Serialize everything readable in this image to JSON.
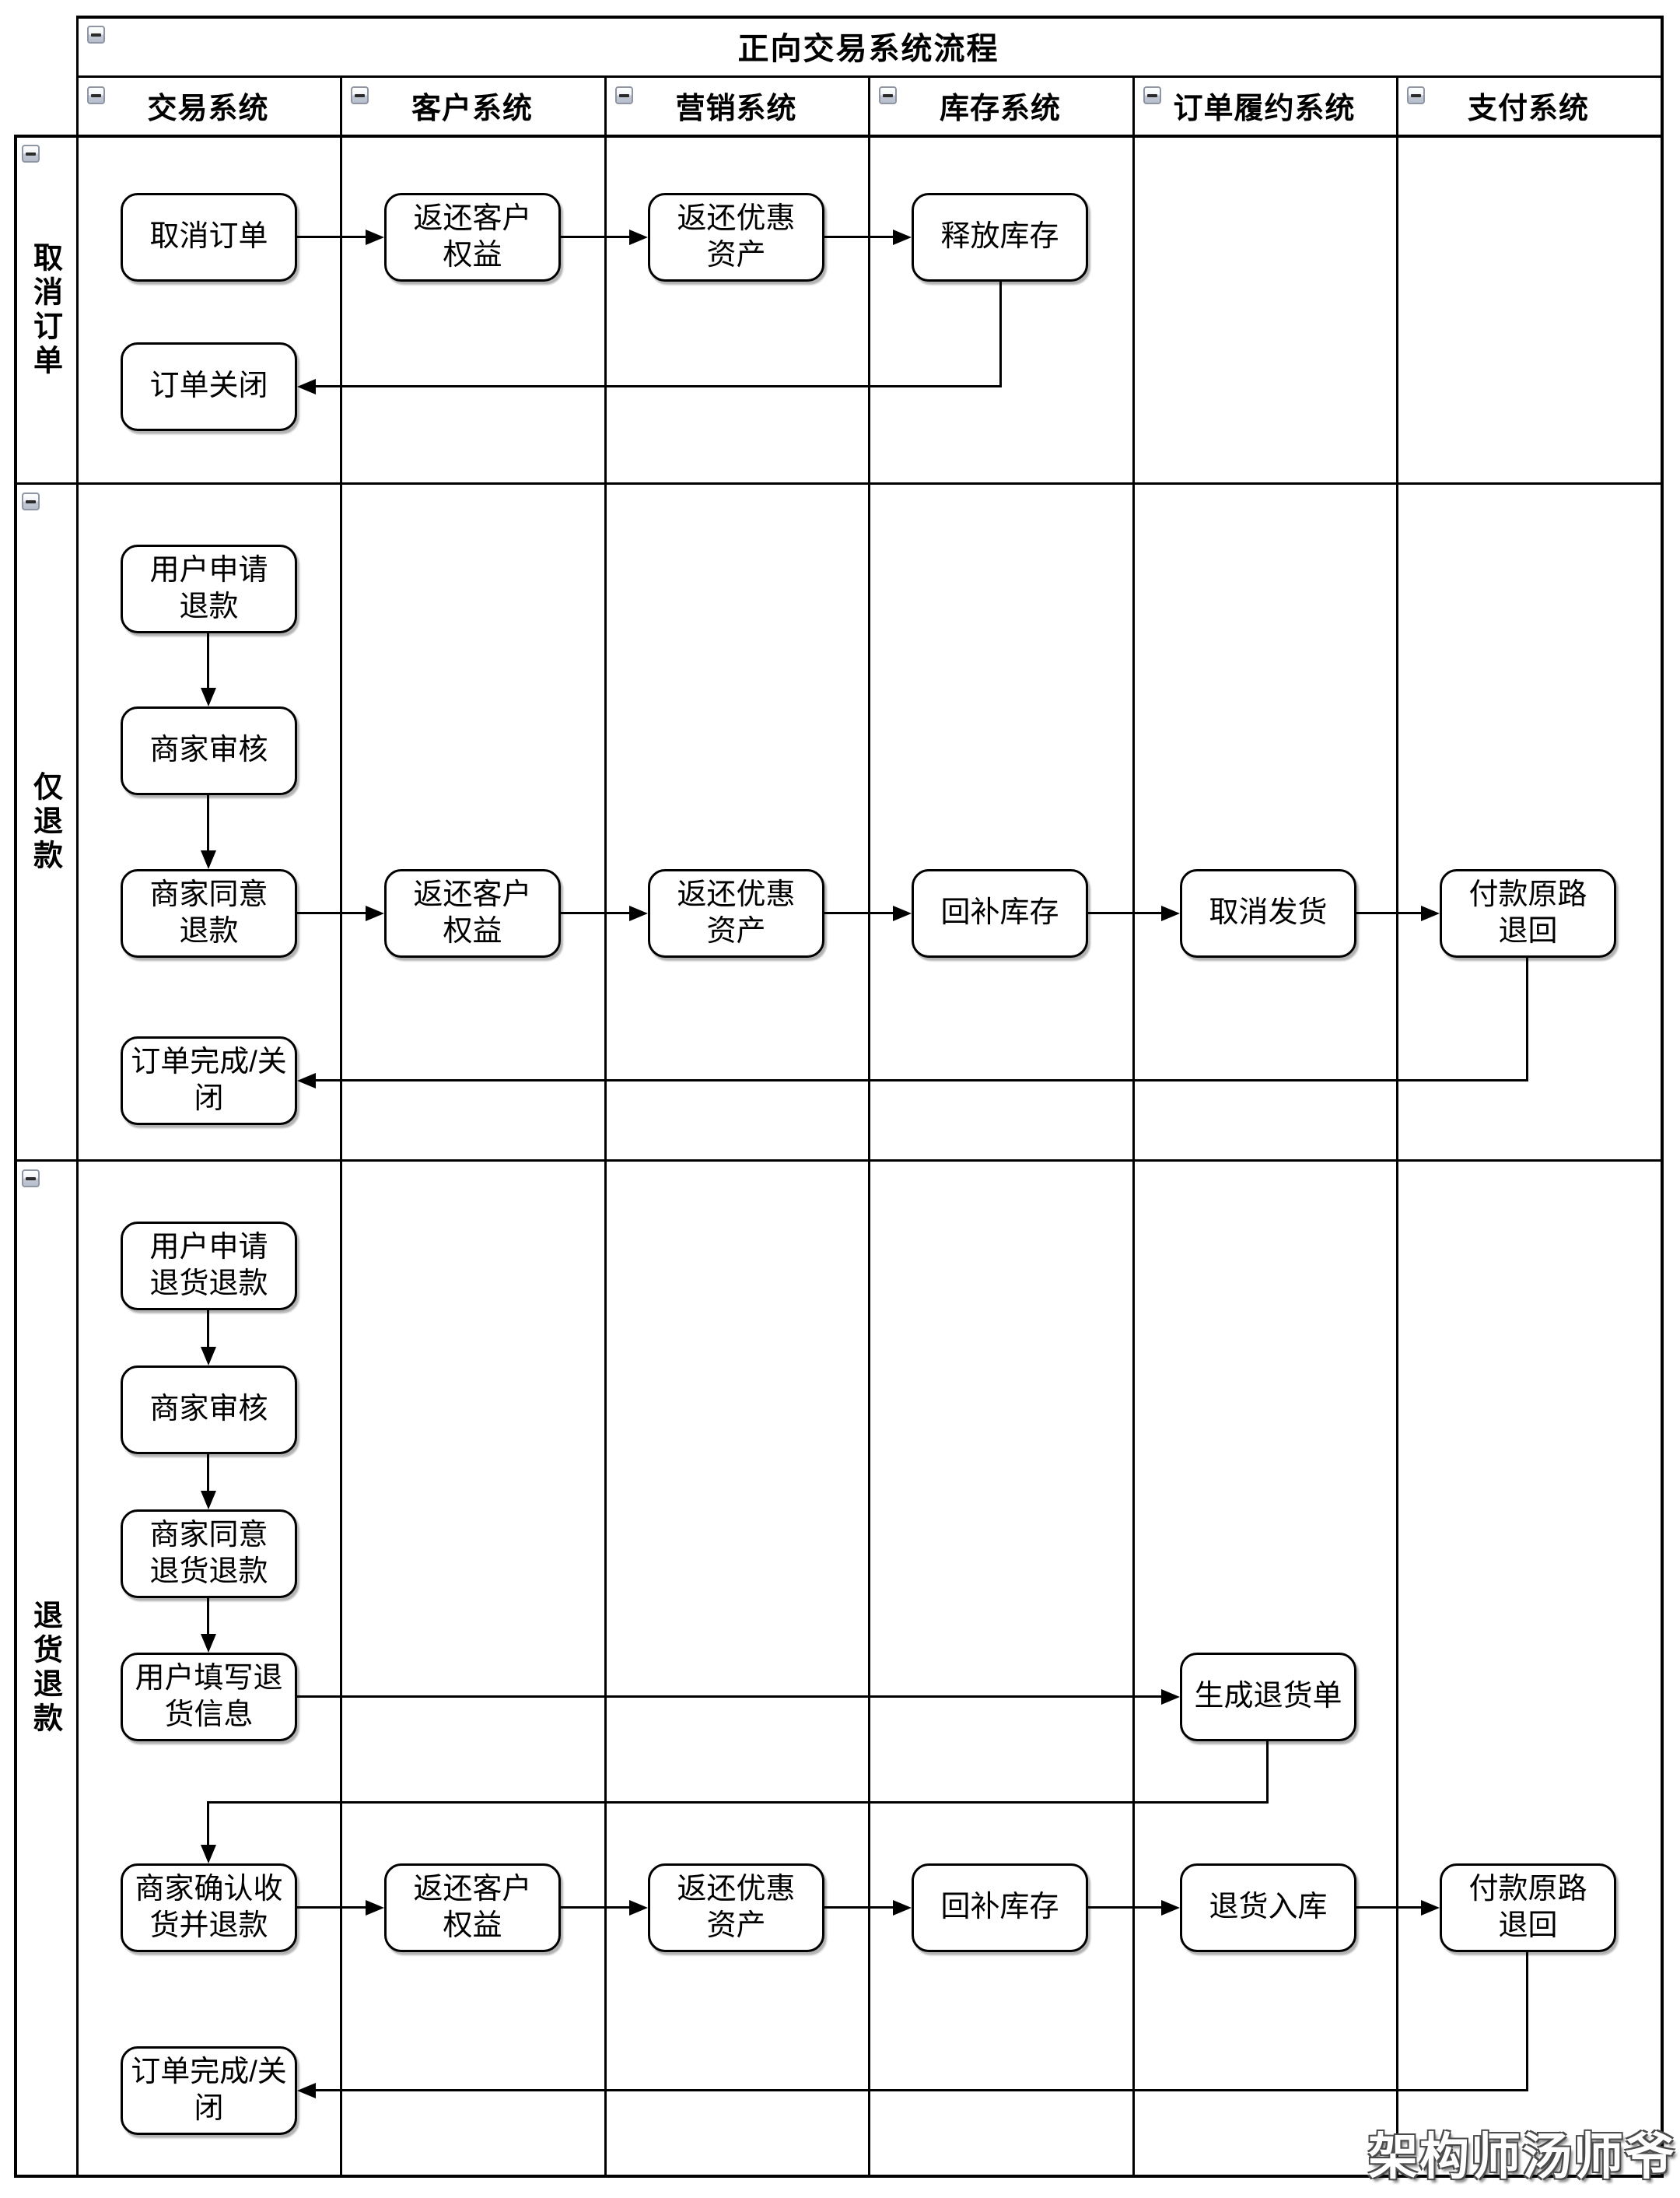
{
  "pool": {
    "title": "正向交易系统流程"
  },
  "columns": [
    {
      "label": "交易系统"
    },
    {
      "label": "客户系统"
    },
    {
      "label": "营销系统"
    },
    {
      "label": "库存系统"
    },
    {
      "label": "订单履约系统"
    },
    {
      "label": "支付系统"
    }
  ],
  "lanes": [
    {
      "label": "取消订单"
    },
    {
      "label": "仅退款"
    },
    {
      "label": "退货退款"
    }
  ],
  "nodes": {
    "cancel_order": "取消订单",
    "order_closed": "订单关闭",
    "return_customer_rights": "返还客户\n权益",
    "return_promo_assets": "返还优惠\n资产",
    "release_inventory": "释放库存",
    "user_apply_refund": "用户申请\n退款",
    "merchant_review": "商家审核",
    "merchant_agree_refund": "商家同意\n退款",
    "replenish_inventory": "回补库存",
    "cancel_shipment": "取消发货",
    "refund_original_route": "付款原路\n退回",
    "order_complete_closed": "订单完成/关\n闭",
    "user_apply_return_refund": "用户申请\n退货退款",
    "merchant_agree_return_refund": "商家同意\n退货退款",
    "user_fill_return_info": "用户填写退\n货信息",
    "generate_return_order": "生成退货单",
    "merchant_confirm_receipt_refund": "商家确认收\n货并退款",
    "return_inbound": "退货入库"
  },
  "watermark": {
    "text": "架构师汤师爷"
  },
  "colors": {
    "line": "#000000",
    "node_background": "#ffffff",
    "icon_border": "#8f95a3"
  }
}
